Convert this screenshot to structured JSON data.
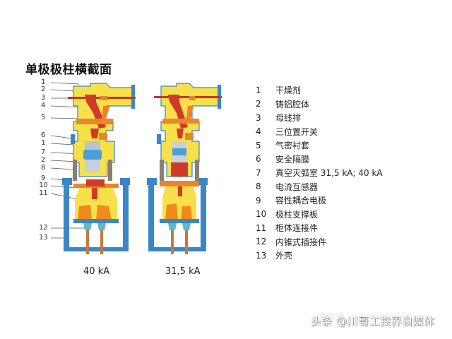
{
  "title": "单极极柱横截面",
  "diagrams": [
    {
      "caption": "40 kA"
    },
    {
      "caption": "31,5 kA"
    }
  ],
  "callouts": [
    "1",
    "2",
    "3",
    "4",
    "5",
    "6",
    "1",
    "7",
    "2",
    "8",
    "9",
    "10",
    "11",
    "12",
    "13"
  ],
  "legend": [
    {
      "num": "1",
      "label": "干燥剂"
    },
    {
      "num": "2",
      "label": "铸铝腔体"
    },
    {
      "num": "3",
      "label": "母线排"
    },
    {
      "num": "4",
      "label": "三位置开关"
    },
    {
      "num": "5",
      "label": "气密衬套"
    },
    {
      "num": "6",
      "label": "安全隔膜"
    },
    {
      "num": "7",
      "label": "真空灭弧室 31,5 kA; 40 kA"
    },
    {
      "num": "8",
      "label": "电流互感器"
    },
    {
      "num": "9",
      "label": "容性耦合电极"
    },
    {
      "num": "10",
      "label": "极柱支撑板"
    },
    {
      "num": "11",
      "label": "柜体连接件"
    },
    {
      "num": "12",
      "label": "内锥式插接件"
    },
    {
      "num": "13",
      "label": "外壳"
    }
  ],
  "watermark": {
    "line1": "微信号: hlhdx958888",
    "line2": "头条 @川哥工控界自媒体"
  },
  "colors": {
    "housing": "#f7e04a",
    "busbar": "#c0392b",
    "switch": "#d13a2a",
    "bushing": "#e8862a",
    "frame": "#3a86c8",
    "vacuum": "#4a9fd8",
    "ct": "#8a7f74"
  }
}
